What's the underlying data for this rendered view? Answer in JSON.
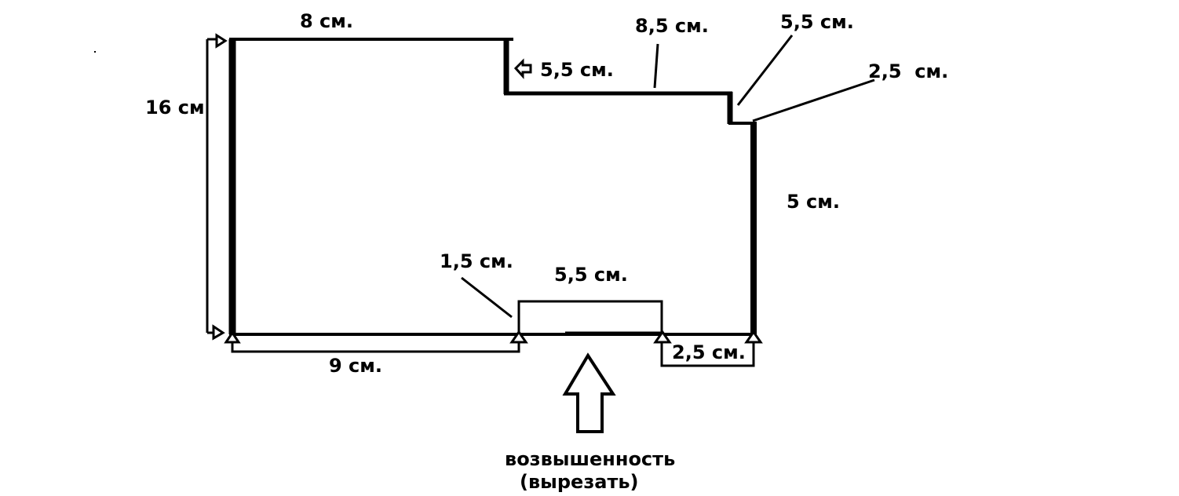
{
  "colors": {
    "background": "#ffffff",
    "ink": "#000000"
  },
  "icons": [
    "up-arrow-icon",
    "left-arrow-icon",
    "right-arrow-icon",
    "triangle-marker-icon"
  ],
  "labels": {
    "top_left_width": "8 см.",
    "notch_depth": "5,5 см.",
    "top_right_width": "8,5 см.",
    "right_step_height": "5,5 см.",
    "right_step_width": "2,5  см.",
    "left_height": "16 см",
    "right_height": "5 см.",
    "bottom_left_width": "9 см.",
    "cutout_offset": "1,5 см.",
    "cutout_width": "5,5 см.",
    "bottom_right_width": "2,5 см.",
    "annotation_line1": "возвышенность",
    "annotation_line2": "(вырезать)"
  }
}
